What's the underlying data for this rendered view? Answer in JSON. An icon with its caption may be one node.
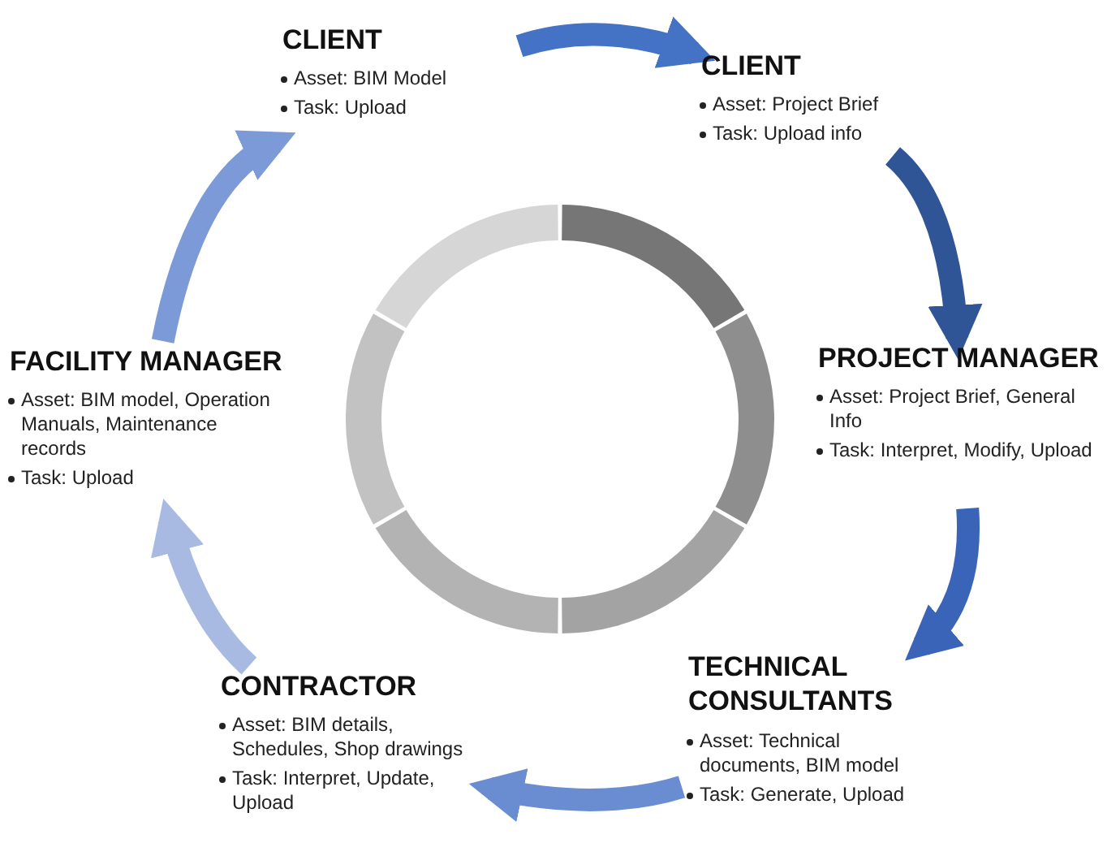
{
  "diagram": {
    "nodes": [
      {
        "text": [
          "CLIENT",
          "Asset: BIM Model",
          "Task: Upload"
        ]
      },
      {
        "text": [
          "CLIENT",
          "Asset: Project Brief",
          "Task: Upload info"
        ]
      },
      {
        "text": [
          "PROJECT MANAGER",
          "Asset: Project Brief, General Info",
          "Task: Interpret, Modify, Upload"
        ]
      },
      {
        "text": [
          "TECHNICAL CONSULTANTS",
          "Asset: Technical documents, BIM model",
          "Task: Generate, Upload"
        ]
      },
      {
        "text": [
          "CONTRACTOR",
          "Asset: BIM details, Schedules, Shop drawings",
          "Task: Interpret, Update, Upload"
        ]
      },
      {
        "text": [
          "FACILITY MANAGER",
          "Asset: BIM model, Operation Manuals, Maintenance records",
          "Task: Upload"
        ]
      }
    ],
    "edges": [
      {
        "from": 0,
        "to": 1,
        "arrow": "to",
        "color": "#4472c4"
      },
      {
        "from": 1,
        "to": 2,
        "arrow": "to",
        "color": "#2f5597"
      },
      {
        "from": 2,
        "to": 3,
        "arrow": "to",
        "color": "#3a64b8"
      },
      {
        "from": 3,
        "to": 4,
        "arrow": "to",
        "color": "#6a8dd2"
      },
      {
        "from": 4,
        "to": 5,
        "arrow": "to",
        "color": "#a8b9e2"
      },
      {
        "from": 5,
        "to": 0,
        "arrow": "to",
        "color": "#7d9ad8"
      }
    ]
  }
}
